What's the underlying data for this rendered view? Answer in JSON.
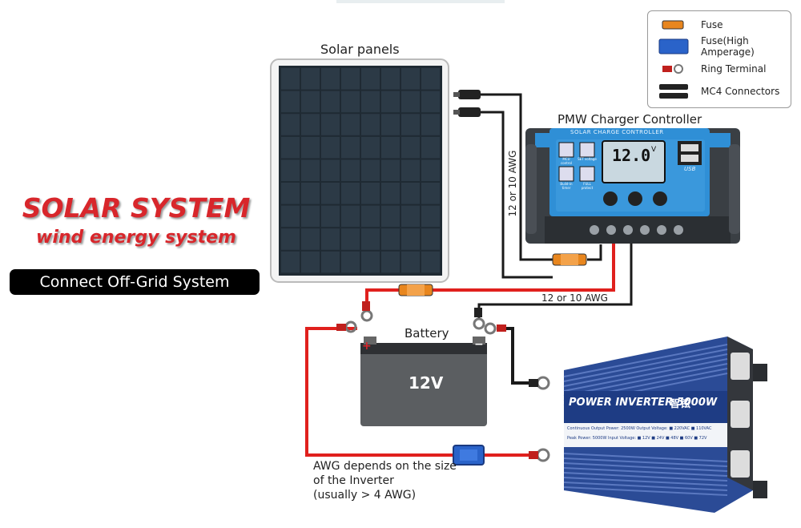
{
  "legend": {
    "items": [
      {
        "label": "Fuse",
        "icon": "fuse-icon"
      },
      {
        "label": "Fuse(High Amperage)",
        "icon": "high-amperage-fuse-icon"
      },
      {
        "label": "Ring Terminal",
        "icon": "ring-terminal-icon"
      },
      {
        "label": "MC4 Connectors",
        "icon": "mc4-connector-icon"
      }
    ]
  },
  "headline": {
    "title": "SOLAR SYSTEM",
    "subtitle": "wind energy system",
    "tag": "Connect Off-Grid System"
  },
  "components": {
    "solar_panels": "Solar panels",
    "controller": "PMW Charger Controller",
    "controller_brand": "SOLAR CHARGE CONTROLLER",
    "controller_display": "12.0",
    "controller_display_unit": "V",
    "controller_buttons": [
      "MCU control",
      "SET voltage",
      "Build-in timer",
      "FULL protect"
    ],
    "controller_usb": "USB",
    "battery": "Battery",
    "battery_voltage": "12V",
    "battery_plus": "+",
    "battery_minus": "−",
    "inverter_title": "POWER INVERTER 5000W",
    "inverter_brand": "智铉",
    "inverter_spec_1": "Continuous Output Power: 2500W    Output Voltage: ■ 220VAC  ■ 110VAC",
    "inverter_spec_2": "Peak Power: 5000W    Input Voltage: ■ 12V ■ 24V ■ 48V ■ 60V ■ 72V"
  },
  "wire_labels": {
    "panel_to_controller": "12 or 10 AWG",
    "controller_to_battery": "12 or 10 AWG",
    "inverter_note_1": "AWG depends on the size",
    "inverter_note_2": "of the Inverter",
    "inverter_note_3": "(usually  > 4 AWG)"
  },
  "colors": {
    "title_red": "#d8262b",
    "wire_red": "#e0201d",
    "wire_black": "#1a1a1a",
    "fuse_orange": "#e8861e",
    "fuse_blue": "#2a63c9",
    "controller_blue": "#2f8fd6",
    "inverter_blue": "#2b4b96"
  }
}
